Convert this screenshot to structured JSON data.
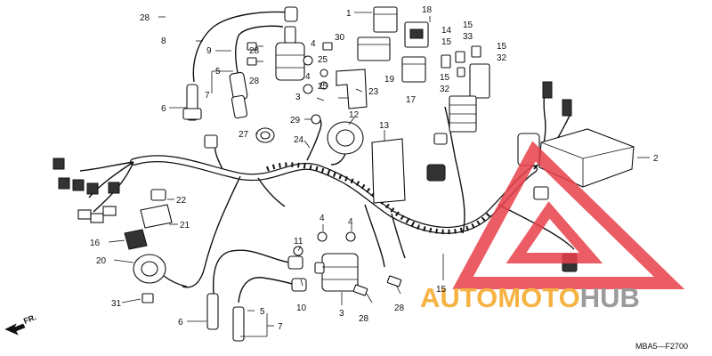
{
  "callouts": [
    {
      "id": "c28a",
      "text": "28"
    },
    {
      "id": "c8",
      "text": "8"
    },
    {
      "id": "c9",
      "text": "9"
    },
    {
      "id": "c28b",
      "text": "28"
    },
    {
      "id": "c28c",
      "text": "28"
    },
    {
      "id": "c5a",
      "text": "5"
    },
    {
      "id": "c7a",
      "text": "7"
    },
    {
      "id": "c6a",
      "text": "6"
    },
    {
      "id": "c1",
      "text": "1"
    },
    {
      "id": "c18",
      "text": "18"
    },
    {
      "id": "c30",
      "text": "30"
    },
    {
      "id": "c4a",
      "text": "4"
    },
    {
      "id": "c25a",
      "text": "25"
    },
    {
      "id": "c19",
      "text": "19"
    },
    {
      "id": "c14",
      "text": "14"
    },
    {
      "id": "c15a",
      "text": "15"
    },
    {
      "id": "c16b",
      "text": "15"
    },
    {
      "id": "c33",
      "text": "33"
    },
    {
      "id": "c15c",
      "text": "15"
    },
    {
      "id": "c32a",
      "text": "32"
    },
    {
      "id": "c15d",
      "text": "15"
    },
    {
      "id": "c32b",
      "text": "32"
    },
    {
      "id": "c4b",
      "text": "4"
    },
    {
      "id": "c25b",
      "text": "25"
    },
    {
      "id": "c3a",
      "text": "3"
    },
    {
      "id": "c23",
      "text": "23"
    },
    {
      "id": "c17",
      "text": "17"
    },
    {
      "id": "c29",
      "text": "29"
    },
    {
      "id": "c12",
      "text": "12"
    },
    {
      "id": "c27",
      "text": "27"
    },
    {
      "id": "c24",
      "text": "24"
    },
    {
      "id": "c13",
      "text": "13"
    },
    {
      "id": "c2",
      "text": "2"
    },
    {
      "id": "c22",
      "text": "22"
    },
    {
      "id": "c21",
      "text": "21"
    },
    {
      "id": "c16",
      "text": "16"
    },
    {
      "id": "c20",
      "text": "20"
    },
    {
      "id": "c4c",
      "text": "4"
    },
    {
      "id": "c4d",
      "text": "4"
    },
    {
      "id": "c11",
      "text": "11"
    },
    {
      "id": "c10",
      "text": "10"
    },
    {
      "id": "c3b",
      "text": "3"
    },
    {
      "id": "c28d",
      "text": "28"
    },
    {
      "id": "c28e",
      "text": "28"
    },
    {
      "id": "c15e",
      "text": "15"
    },
    {
      "id": "c31",
      "text": "31"
    },
    {
      "id": "c6b",
      "text": "6"
    },
    {
      "id": "c5b",
      "text": "5"
    },
    {
      "id": "c7b",
      "text": "7"
    }
  ],
  "direction_marker": "FR.",
  "drawing_code": "MBA5—F2700",
  "watermark": {
    "part1": "AUTO",
    "part2": "MOTO",
    "part3": "HUB",
    "color1": "#f5a623",
    "color2": "#f5a623",
    "color3": "#8a8a8a",
    "triangle_color": "#e8404a"
  }
}
